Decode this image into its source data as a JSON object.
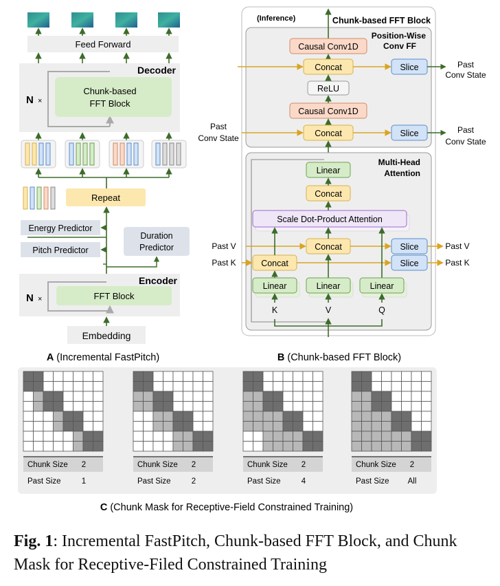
{
  "panel_a": {
    "feed_forward": "Feed Forward",
    "decoder": "Decoder",
    "encoder": "Encoder",
    "n_times": "N",
    "times_sym": "×",
    "chunk_block_line1": "Chunk-based",
    "chunk_block_line2": "FFT Block",
    "repeat": "Repeat",
    "energy_predictor": "Energy Predictor",
    "pitch_predictor": "Pitch Predictor",
    "duration_predictor_line1": "Duration",
    "duration_predictor_line2": "Predictor",
    "fft_block": "FFT Block",
    "embedding": "Embedding",
    "label_letter": "A",
    "label_text": "(Incremental FastPitch)"
  },
  "panel_b": {
    "inference": "(Inference)",
    "title": "Chunk-based FFT Block",
    "conv_ff_line1": "Position-Wise",
    "conv_ff_line2": "Conv FF",
    "causal_conv_top": "Causal Conv1D",
    "concat_top": "Concat",
    "slice_top": "Slice",
    "relu": "ReLU",
    "causal_conv_bottom": "Causal Conv1D",
    "concat_mid": "Concat",
    "slice_mid": "Slice",
    "past_conv_state_right1_line1": "Past",
    "past_conv_state_right1_line2": "Conv State",
    "past_conv_state_left_line1": "Past",
    "past_conv_state_left_line2": "Conv State",
    "past_conv_state_right2_line1": "Past",
    "past_conv_state_right2_line2": "Conv State",
    "mha_line1": "Multi-Head",
    "mha_line2": "Attention",
    "linear_out": "Linear",
    "concat_heads": "Concat",
    "sdpa": "Scale Dot-Product Attention",
    "concat_v": "Concat",
    "concat_k": "Concat",
    "slice_v": "Slice",
    "slice_k": "Slice",
    "past_v_left": "Past V",
    "past_k_left": "Past K",
    "past_v_right": "Past V",
    "past_k_right": "Past K",
    "linear_k": "Linear",
    "linear_v": "Linear",
    "linear_q": "Linear",
    "in_k": "K",
    "in_v": "V",
    "in_q": "Q",
    "label_letter": "B",
    "label_text": "(Chunk-based FFT Block)"
  },
  "panel_c": {
    "masks": [
      {
        "chunk_label": "Chunk Size",
        "chunk_value": "2",
        "past_label": "Past Size",
        "past_value": "1",
        "past_chunks": 1
      },
      {
        "chunk_label": "Chunk Size",
        "chunk_value": "2",
        "past_label": "Past Size",
        "past_value": "2",
        "past_chunks": 2
      },
      {
        "chunk_label": "Chunk Size",
        "chunk_value": "2",
        "past_label": "Past Size",
        "past_value": "4",
        "past_chunks": 4
      },
      {
        "chunk_label": "Chunk Size",
        "chunk_value": "2",
        "past_label": "Past Size",
        "past_value": "All",
        "past_chunks": 99
      }
    ],
    "label_letter": "C",
    "label_text": "(Chunk Mask for Receptive-Field Constrained Training)"
  },
  "caption": {
    "prefix": "Fig. 1",
    "text": ": Incremental FastPitch, Chunk-based FFT Block, and Chunk Mask for Receptive-Filed Constrained Training"
  },
  "colors": {
    "arrow": "#3d6b2a",
    "arrow_yellow": "#d9a520",
    "green_fill": "#d6ecc8",
    "green_stroke": "#8fbf74",
    "orange_fill": "#fbd9c9",
    "orange_stroke": "#d08a68",
    "yellow_fill": "#fce7ae",
    "yellow_stroke": "#d8b050",
    "blue_fill": "#d2e3f7",
    "blue_stroke": "#5b8cc8",
    "purple_fill": "#efe6f8",
    "purple_stroke": "#9a6cc8",
    "gray_panel": "#eeeeee",
    "slate_fill": "#dde2ea",
    "mask_current": "#6e6e6e",
    "mask_past": "#b8b8b8"
  }
}
